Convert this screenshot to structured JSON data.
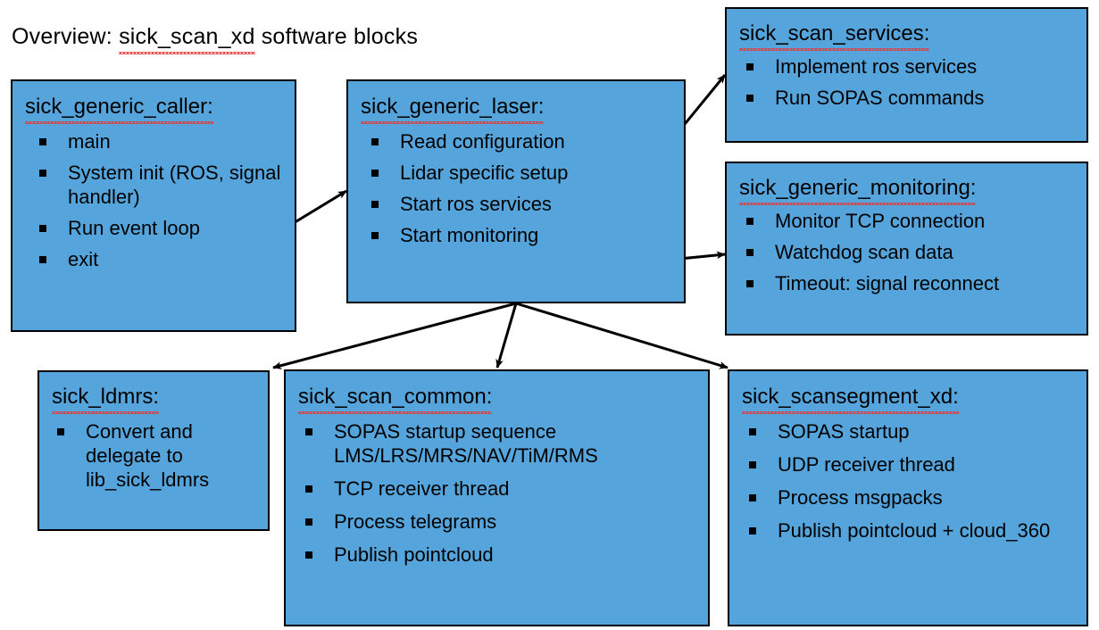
{
  "title": {
    "prefix": "Overview: ",
    "highlight": "sick_scan_xd",
    "suffix": " software blocks",
    "full": "Overview: sick_scan_xd software blocks"
  },
  "colors": {
    "block_fill": "#55a5dc",
    "block_border": "#000000",
    "arrow": "#000000",
    "background": "#ffffff",
    "spellcheck_underline": "#e53935"
  },
  "blocks": [
    {
      "id": "caller",
      "title": "sick_generic_caller:",
      "items": [
        "main",
        "System init (ROS, signal handler)",
        "Run event loop",
        "exit"
      ]
    },
    {
      "id": "laser",
      "title": "sick_generic_laser:",
      "items": [
        "Read configuration",
        "Lidar specific setup",
        "Start ros services",
        "Start monitoring"
      ]
    },
    {
      "id": "services",
      "title": "sick_scan_services:",
      "items": [
        "Implement ros services",
        "Run SOPAS commands"
      ]
    },
    {
      "id": "monitoring",
      "title": "sick_generic_monitoring:",
      "items": [
        "Monitor TCP connection",
        "Watchdog scan data",
        "Timeout: signal reconnect"
      ]
    },
    {
      "id": "ldmrs",
      "title": "sick_ldmrs:",
      "items": [
        "Convert and delegate to lib_sick_ldmrs"
      ]
    },
    {
      "id": "common",
      "title": "sick_scan_common:",
      "items": [
        "SOPAS startup sequence LMS/LRS/MRS/NAV/TiM/RMS",
        "TCP receiver thread",
        "Process telegrams",
        "Publish pointcloud"
      ]
    },
    {
      "id": "scansegment",
      "title": "sick_scansegment_xd:",
      "items": [
        "SOPAS startup",
        "UDP receiver thread",
        "Process msgpacks",
        "Publish pointcloud + cloud_360"
      ]
    }
  ],
  "connections": [
    {
      "from": "caller",
      "to": "laser"
    },
    {
      "from": "laser",
      "to": "services"
    },
    {
      "from": "laser",
      "to": "monitoring"
    },
    {
      "from": "laser",
      "to": "ldmrs"
    },
    {
      "from": "laser",
      "to": "common"
    },
    {
      "from": "laser",
      "to": "scansegment"
    }
  ]
}
